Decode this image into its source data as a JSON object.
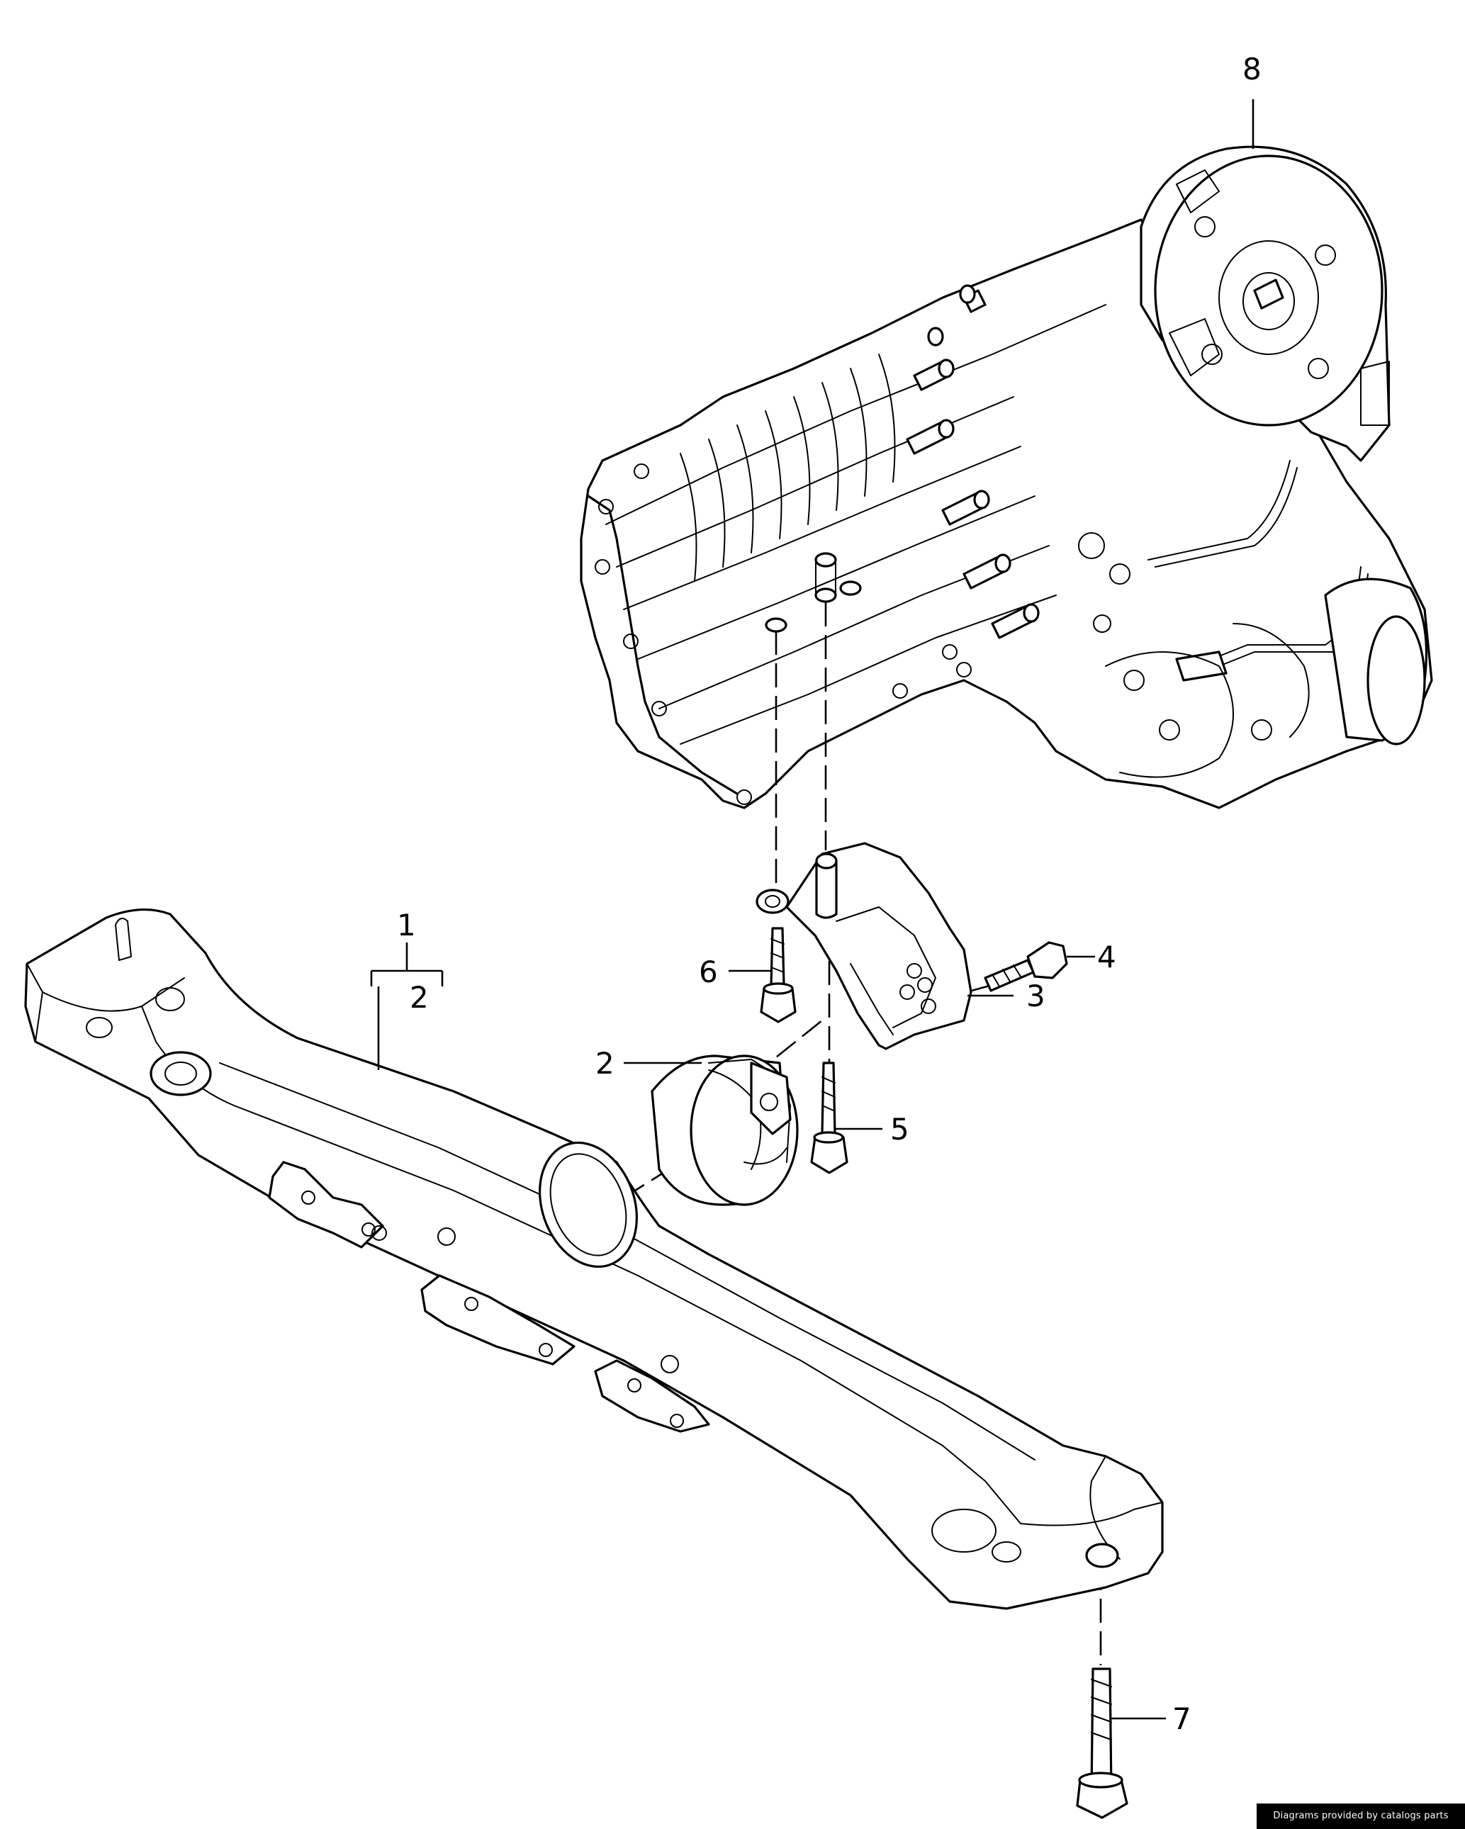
{
  "diagram": {
    "callouts": [
      {
        "id": "c1",
        "text": "1"
      },
      {
        "id": "c1-2",
        "text": "2"
      },
      {
        "id": "c2",
        "text": "2"
      },
      {
        "id": "c3",
        "text": "3"
      },
      {
        "id": "c4",
        "text": "4"
      },
      {
        "id": "c5",
        "text": "5"
      },
      {
        "id": "c6",
        "text": "6"
      },
      {
        "id": "c7",
        "text": "7"
      },
      {
        "id": "c8",
        "text": "8"
      }
    ]
  },
  "footer": {
    "credit": "Diagrams provided by catalogs parts"
  }
}
